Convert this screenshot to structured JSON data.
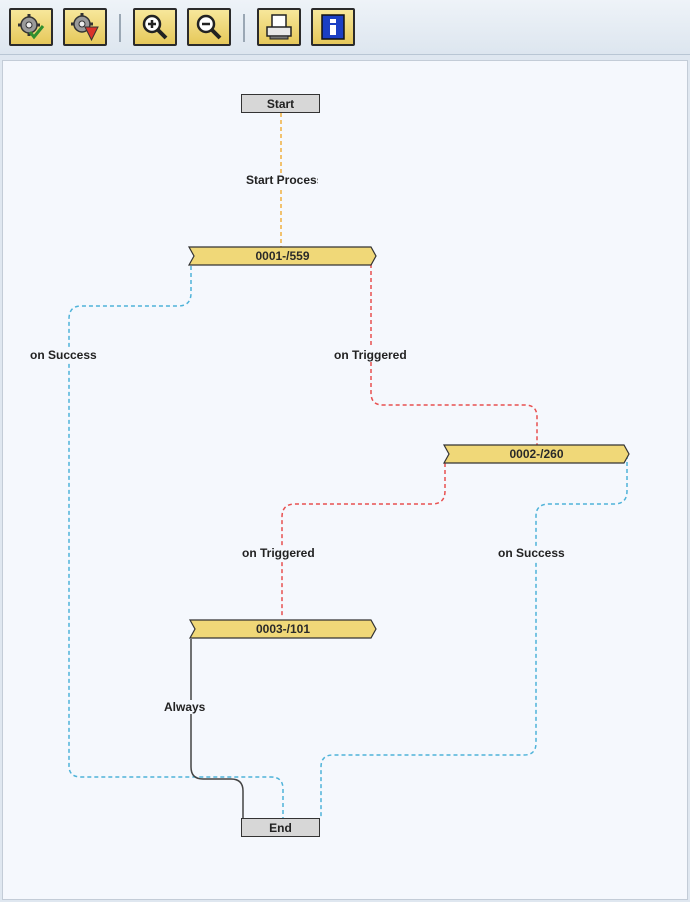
{
  "toolbar": {
    "buttons": [
      {
        "id": "execute",
        "icon": "gear-check-icon"
      },
      {
        "id": "stop",
        "icon": "gear-stop-icon"
      },
      {
        "id": "zoom_in",
        "icon": "zoom-in-icon"
      },
      {
        "id": "zoom_out",
        "icon": "zoom-out-icon"
      },
      {
        "id": "print",
        "icon": "print-icon"
      },
      {
        "id": "info",
        "icon": "info-icon"
      }
    ]
  },
  "diagram": {
    "start_label": "Start",
    "end_label": "End",
    "steps": [
      {
        "label": "0001-/559"
      },
      {
        "label": "0002-/260"
      },
      {
        "label": "0003-/101"
      }
    ],
    "edges": {
      "start_process": "Start Process",
      "step1_success": "on Success",
      "step1_triggered": "on Triggered",
      "step2_triggered": "on Triggered",
      "step2_success": "on Success",
      "step3_always": "Always"
    },
    "colors": {
      "start_edge": "#f0b040",
      "success_edge": "#4fb3d9",
      "triggered_edge": "#e85050",
      "always_edge": "#444444",
      "step_fill": "#f0d878"
    }
  }
}
